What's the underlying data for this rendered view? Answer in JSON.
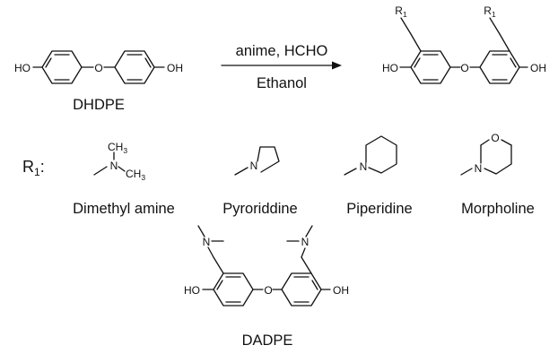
{
  "reaction": {
    "reactant_name": "DHDPE",
    "reagents": "anime, HCHO",
    "solvent": "Ethanol",
    "product_name": "DADPE"
  },
  "atoms": {
    "hydroxyl": "HO",
    "hydroxyl_right": "OH",
    "oxygen": "O",
    "nitrogen": "N",
    "methyl": "CH",
    "methyl_sub": "3",
    "r_group": "R",
    "r_sub": "1",
    "colon": ":"
  },
  "substituents": [
    {
      "label": "Dimethyl amine"
    },
    {
      "label": "Pyroriddine"
    },
    {
      "label": "Piperidine"
    },
    {
      "label": "Morpholine"
    }
  ]
}
